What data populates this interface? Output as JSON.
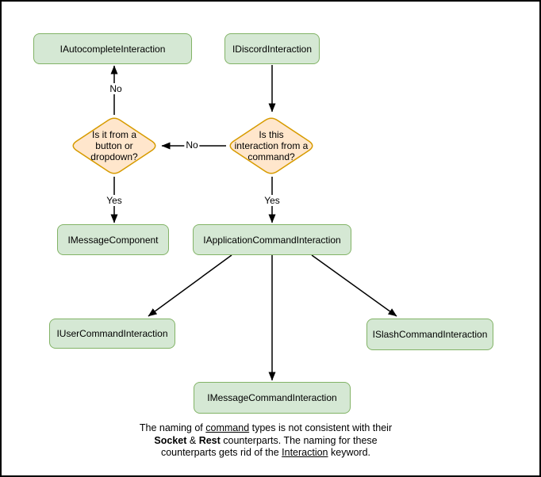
{
  "diagram": {
    "nodes": {
      "autocomplete": {
        "label": "IAutocompleteInteraction",
        "type": "box"
      },
      "discord": {
        "label": "IDiscordInteraction",
        "type": "box"
      },
      "button_dropdown": {
        "label": "Is it from a\nbutton or\ndropdown?",
        "type": "decision"
      },
      "from_command": {
        "label": "Is this\ninteraction from a\ncommand?",
        "type": "decision"
      },
      "message_component": {
        "label": "IMessageComponent",
        "type": "box"
      },
      "application_command": {
        "label": "IApplicationCommandInteraction",
        "type": "box"
      },
      "user_command": {
        "label": "IUserCommandInteraction",
        "type": "box"
      },
      "message_command": {
        "label": "IMessageCommandInteraction",
        "type": "box"
      },
      "slash_command": {
        "label": "ISlashCommandInteraction",
        "type": "box"
      }
    },
    "edge_labels": {
      "no_up": "No",
      "no_left": "No",
      "yes_left": "Yes",
      "yes_right": "Yes"
    },
    "colors": {
      "node_fill": "#d5e8d4",
      "node_border": "#82b366",
      "decision_fill": "#ffe6cc",
      "decision_border": "#d79b00",
      "edge": "#000000"
    },
    "note": {
      "lines": [
        [
          {
            "text": "The naming of "
          },
          {
            "text": "command",
            "underline": true
          },
          {
            "text": " types is not consistent with their"
          }
        ],
        [
          {
            "text": "Socket",
            "bold": true
          },
          {
            "text": " & "
          },
          {
            "text": "Rest",
            "bold": true
          },
          {
            "text": " counterparts. The naming for these"
          }
        ],
        [
          {
            "text": "counterparts gets rid of the "
          },
          {
            "text": "Interaction",
            "underline": true
          },
          {
            "text": " keyword."
          }
        ]
      ]
    }
  }
}
